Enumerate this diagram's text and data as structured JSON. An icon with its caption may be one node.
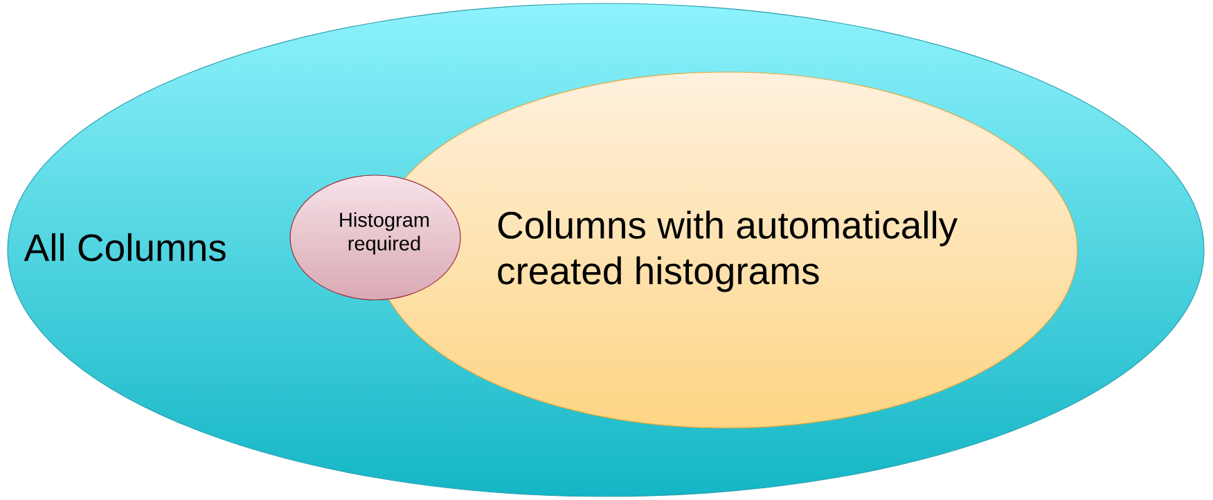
{
  "diagram": {
    "nodes": [
      {
        "text": [
          "All Columns"
        ]
      },
      {
        "text": [
          "Columns with automatically created histograms"
        ],
        "in": 0
      },
      {
        "text": [
          "Histogram required"
        ],
        "in": 0
      }
    ]
  }
}
